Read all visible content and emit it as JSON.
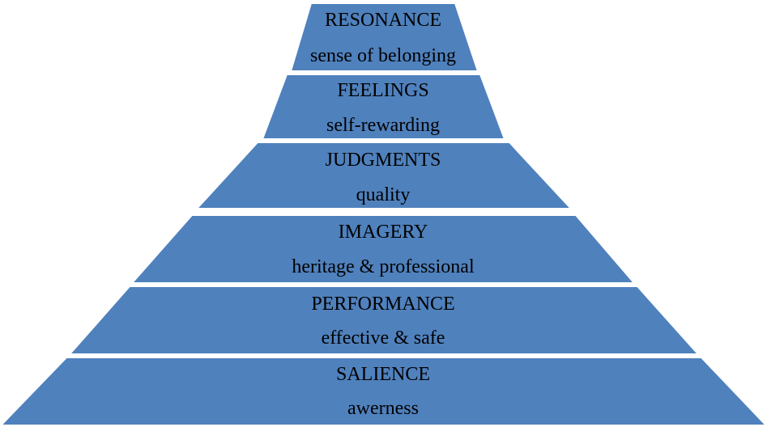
{
  "colors": {
    "fill": "#4f81bd",
    "stroke": "#ffffff",
    "text": "#000000",
    "background": "#ffffff"
  },
  "levels": [
    {
      "title": "RESONANCE",
      "subtitle": "sense of belonging"
    },
    {
      "title": "FEELINGS",
      "subtitle": "self-rewarding"
    },
    {
      "title": "JUDGMENTS",
      "subtitle": "quality"
    },
    {
      "title": "IMAGERY",
      "subtitle": "heritage & professional"
    },
    {
      "title": "PERFORMANCE",
      "subtitle": "effective & safe"
    },
    {
      "title": "SALIENCE",
      "subtitle": "awerness"
    }
  ]
}
